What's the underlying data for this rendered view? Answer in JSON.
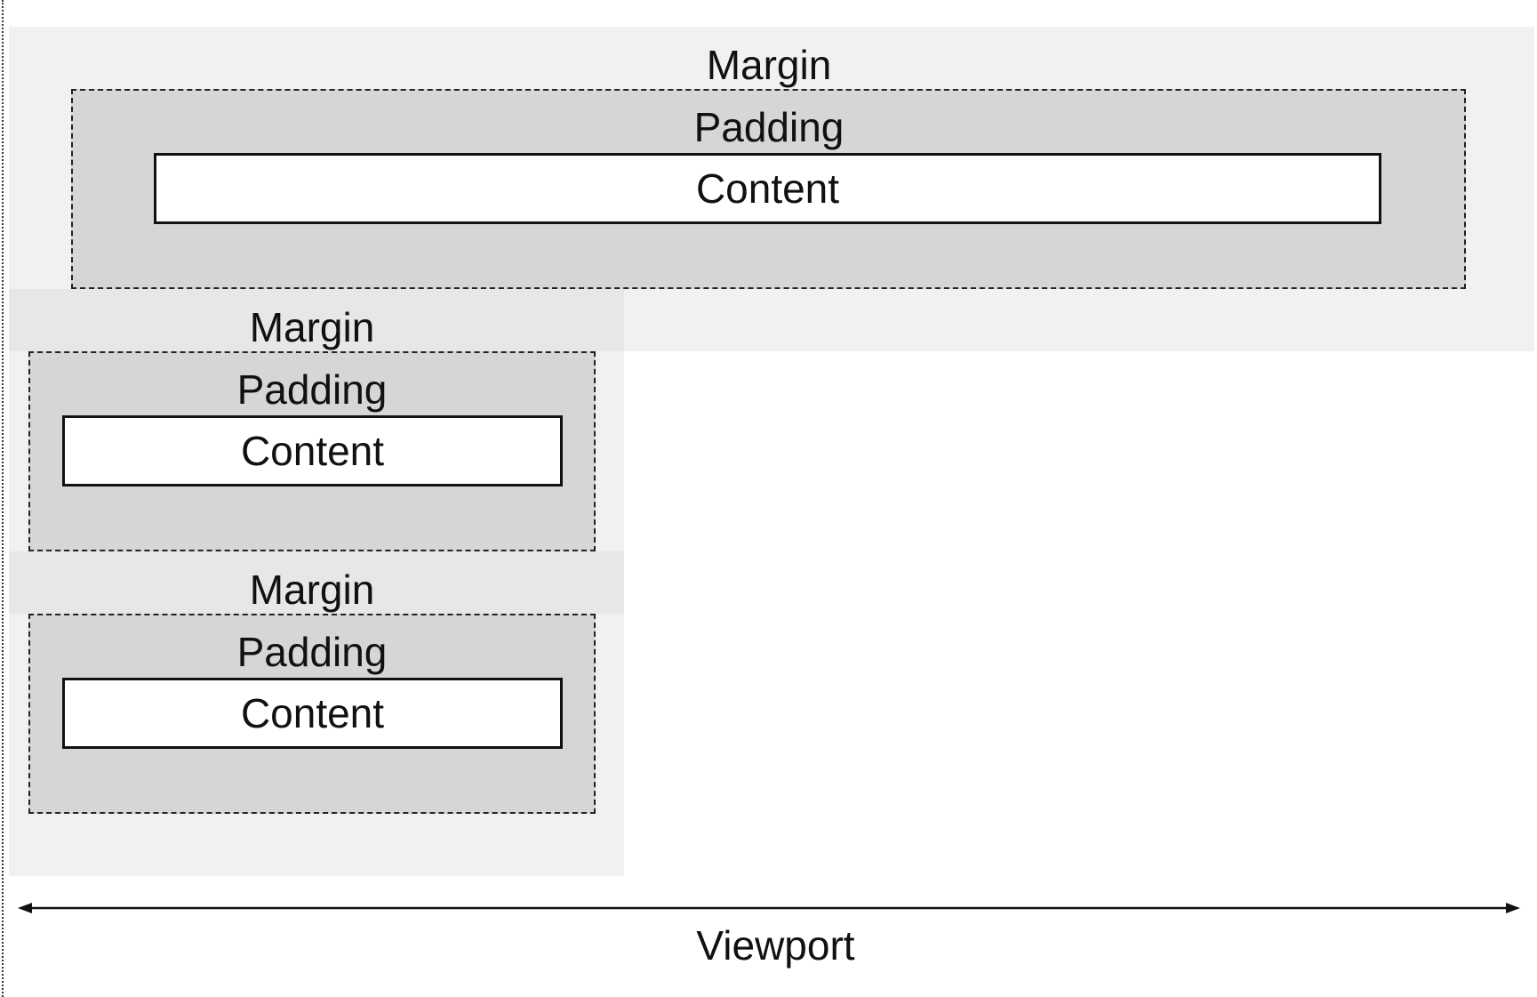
{
  "boxes": [
    {
      "margin": "Margin",
      "padding": "Padding",
      "content": "Content"
    },
    {
      "margin": "Margin",
      "padding": "Padding",
      "content": "Content"
    },
    {
      "margin": "Margin",
      "padding": "Padding",
      "content": "Content"
    }
  ],
  "viewport": {
    "label": "Viewport"
  },
  "colors": {
    "margin_fill": "#f1f1f1",
    "margin_overlap_fill": "#e7e7e7",
    "padding_fill": "#d6d6d6",
    "content_fill": "#ffffff",
    "stroke": "#111111"
  }
}
